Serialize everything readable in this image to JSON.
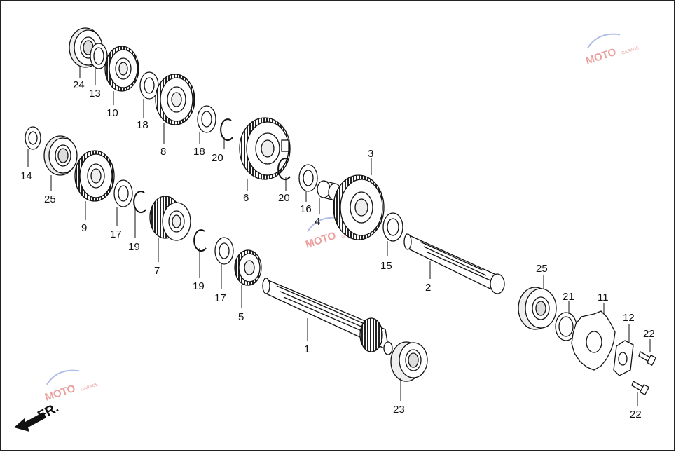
{
  "diagram": {
    "watermark": "MOTO",
    "watermark_sub": "GARAGE",
    "direction_label": "FR.",
    "callouts": {
      "p1": "1",
      "p2": "2",
      "p3": "3",
      "p4": "4",
      "p5": "5",
      "p6": "6",
      "p7": "7",
      "p8": "8",
      "p9": "9",
      "p10": "10",
      "p11": "11",
      "p12": "12",
      "p13": "13",
      "p14": "14",
      "p15": "15",
      "p16": "16",
      "p17a": "17",
      "p17b": "17",
      "p18a": "18",
      "p18b": "18",
      "p19a": "19",
      "p19b": "19",
      "p20a": "20",
      "p20b": "20",
      "p21": "21",
      "p22a": "22",
      "p22b": "22",
      "p23": "23",
      "p24": "24",
      "p25a": "25",
      "p25b": "25"
    }
  }
}
